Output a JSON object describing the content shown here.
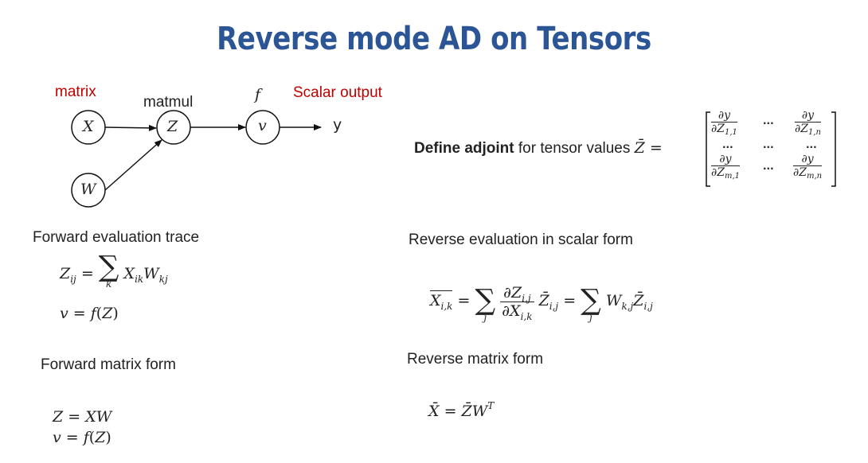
{
  "slide": {
    "title": "Reverse mode AD on Tensors"
  },
  "graph": {
    "label_matrix": "matrix",
    "label_matmul": "matmul",
    "label_f": "f",
    "label_scalar_output": "Scalar output",
    "node_x": "X",
    "node_w": "W",
    "node_z": "Z",
    "node_v": "v",
    "output_y": "y",
    "accent_color": "#c00000"
  },
  "sections": {
    "forward_trace": "Forward evaluation trace",
    "forward_matrix": "Forward matrix form",
    "reverse_scalar": "Reverse evaluation in scalar form",
    "reverse_matrix": "Reverse matrix form"
  },
  "adjoint": {
    "bold": "Define adjoint",
    "rest": "for tensor values"
  },
  "colors": {
    "title": "#2c5596",
    "red_label": "#c00000"
  }
}
